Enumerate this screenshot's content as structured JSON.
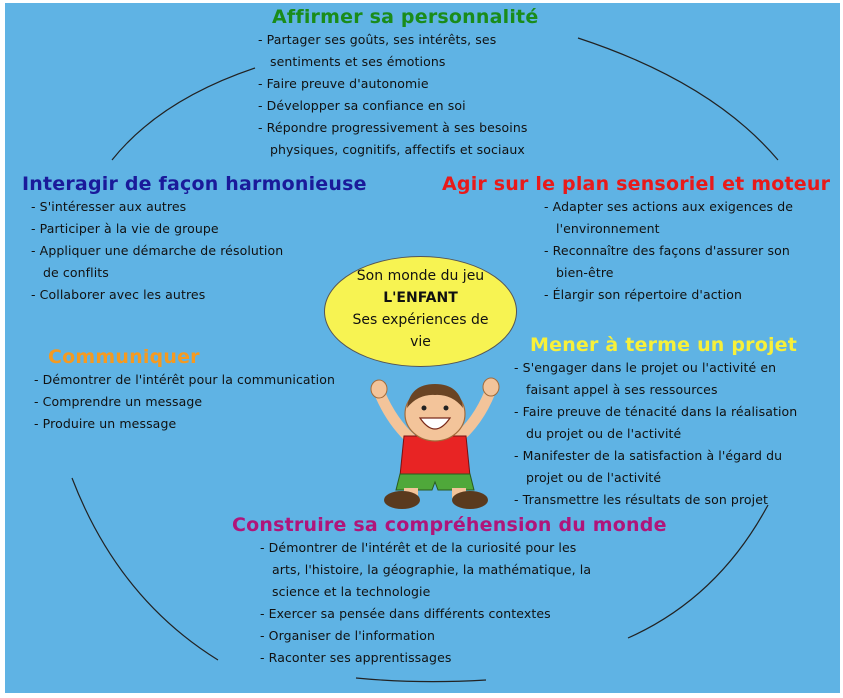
{
  "sections": {
    "top": {
      "title": "Affirmer sa personnalité",
      "color": "#1a8c1a",
      "items": [
        "- Partager ses goûts, ses intérêts, ses",
        "sentiments et ses émotions",
        "- Faire preuve d'autonomie",
        "- Développer sa confiance en soi",
        "- Répondre progressivement à ses besoins",
        "physiques, cognitifs, affectifs et sociaux"
      ]
    },
    "left": {
      "title": "Interagir de façon harmonieuse",
      "color": "#1a1a9a",
      "items": [
        "- S'intéresser aux autres",
        "-  Participer à la vie de groupe",
        "- Appliquer une démarche de résolution",
        "de conflits",
        "- Collaborer avec les autres"
      ]
    },
    "right": {
      "title": "Agir sur le plan sensoriel et moteur",
      "color": "#e81a1a",
      "items": [
        "- Adapter ses actions aux exigences de",
        "l'environnement",
        "- Reconnaître des façons d'assurer son",
        "bien-être",
        "- Élargir son répertoire d'action"
      ]
    },
    "communiquer": {
      "title": "Communiquer",
      "color": "#f59a20",
      "items": [
        "- Démontrer de l'intérêt pour la communication",
        "- Comprendre un message",
        "- Produire un message"
      ]
    },
    "projet": {
      "title": "Mener à terme un projet",
      "color": "#f7f03a",
      "items": [
        "- S'engager dans le projet ou l'activité en",
        "faisant appel à ses ressources",
        "- Faire preuve de ténacité dans la réalisation",
        "du projet ou de l'activité",
        "- Manifester de la satisfaction à l'égard du",
        "projet ou de l'activité",
        "- Transmettre les résultats de son projet"
      ]
    },
    "bottom": {
      "title": "Construire sa compréhension du monde",
      "color": "#b0157a",
      "items": [
        "- Démontrer de l'intérêt et de la curiosité pour les",
        "arts, l'histoire, la géographie, la mathématique, la",
        "science et la technologie",
        "- Exercer sa pensée dans différents contextes",
        "- Organiser de l'information",
        "- Raconter ses apprentissages"
      ]
    }
  },
  "center": {
    "line1": "Son monde du jeu",
    "line2": "L'ENFANT",
    "line3": "Ses expériences de",
    "line4": "vie"
  },
  "colors": {
    "background": "#5fb3e4",
    "ellipse": "#f7f352"
  },
  "icons": {
    "child": "cheering-child-icon"
  }
}
